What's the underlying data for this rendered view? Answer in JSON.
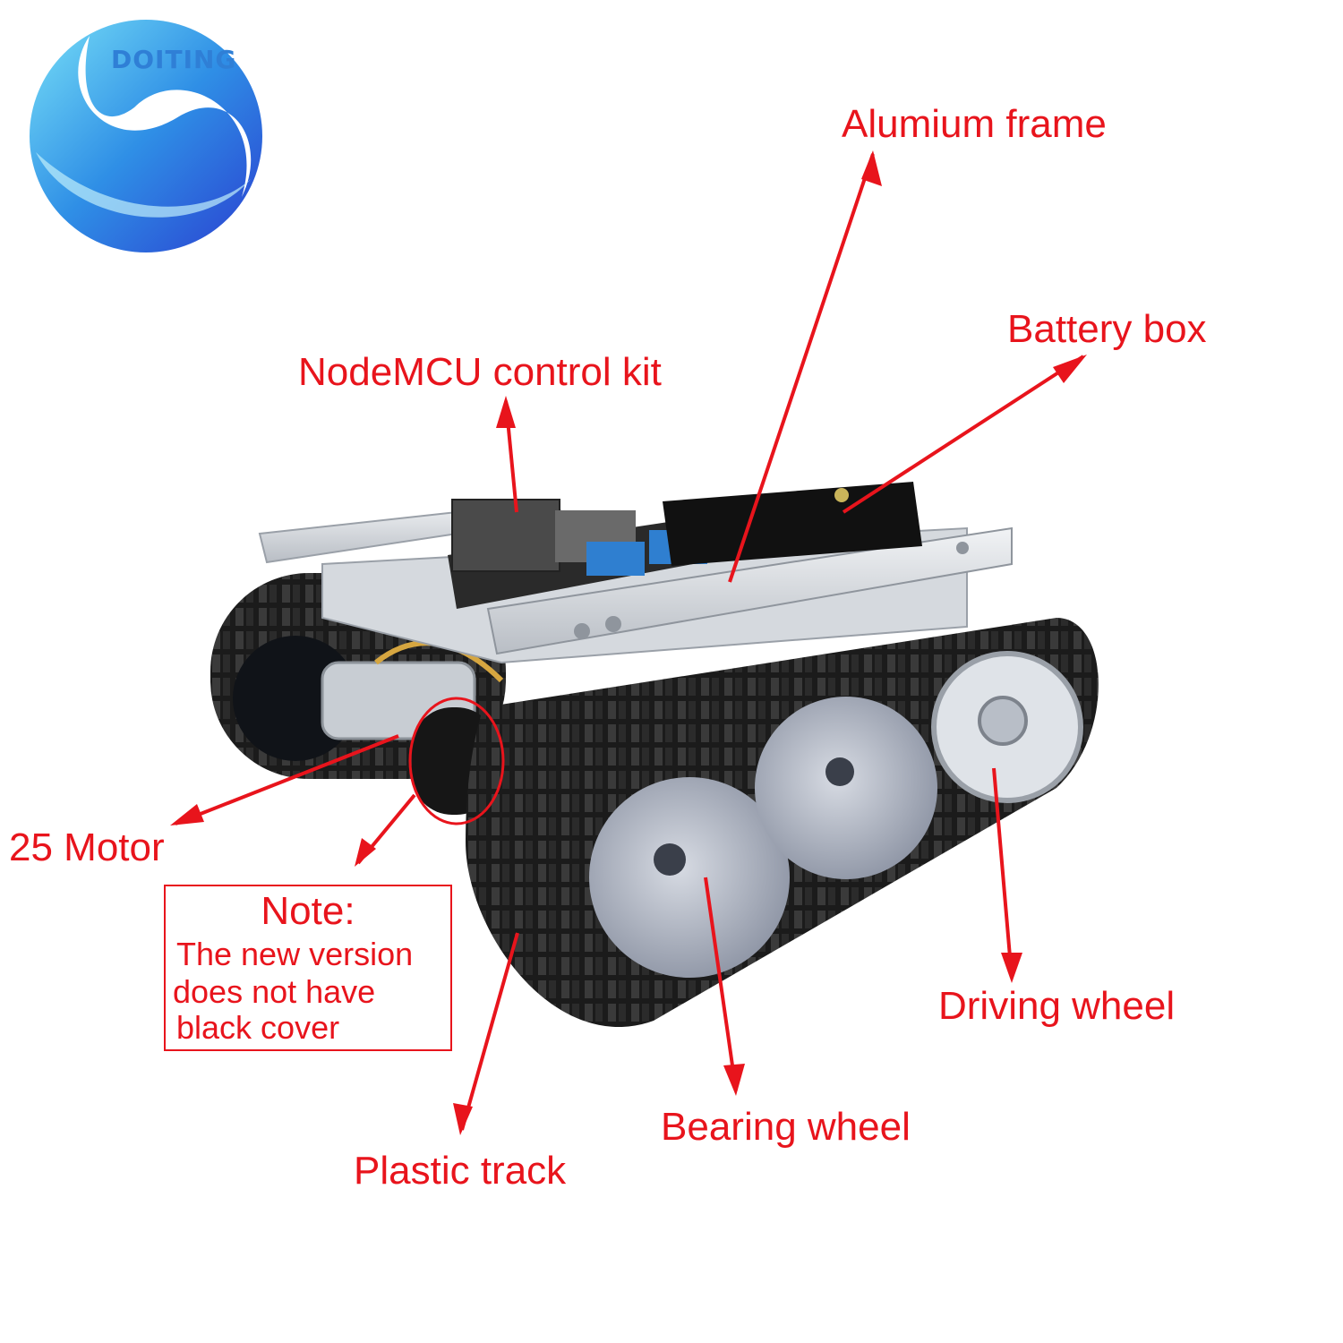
{
  "logo": {
    "text": "DOITING",
    "colors": {
      "light": "#6fd6f5",
      "mid": "#2f8fe6",
      "dark": "#2a3fd0"
    }
  },
  "labels": {
    "alumium_frame": "Alumium frame",
    "battery_box": "Battery box",
    "nodemcu": "NodeMCU control kit",
    "motor": "25 Motor",
    "driving_wheel": "Driving wheel",
    "bearing_wheel": "Bearing wheel",
    "plastic_track": "Plastic track"
  },
  "note": {
    "title": "Note:",
    "lines": [
      "The new version",
      "does not have",
      "black cover"
    ]
  },
  "colors": {
    "annotation": "#e8141c",
    "track": "#1b1b1b",
    "frame": "#dcdfe3",
    "wheel": "#b4bac7",
    "pcb": "#2a2a2a",
    "terminal": "#2f7fd0"
  }
}
